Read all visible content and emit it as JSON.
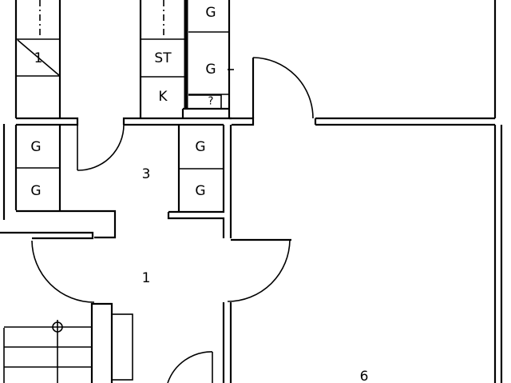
{
  "plan": {
    "rooms": [
      {
        "id": "room-1",
        "label": "1"
      },
      {
        "id": "room-3",
        "label": "3"
      },
      {
        "id": "room-6",
        "label": "6"
      }
    ],
    "fixtures": {
      "g_top_1": "G",
      "g_top_2": "G",
      "st": "ST",
      "k": "K",
      "small_box": "?",
      "g_left_1": "G",
      "g_left_2": "G",
      "g_mid_1": "G",
      "g_mid_2": "G",
      "marker": "1"
    }
  }
}
